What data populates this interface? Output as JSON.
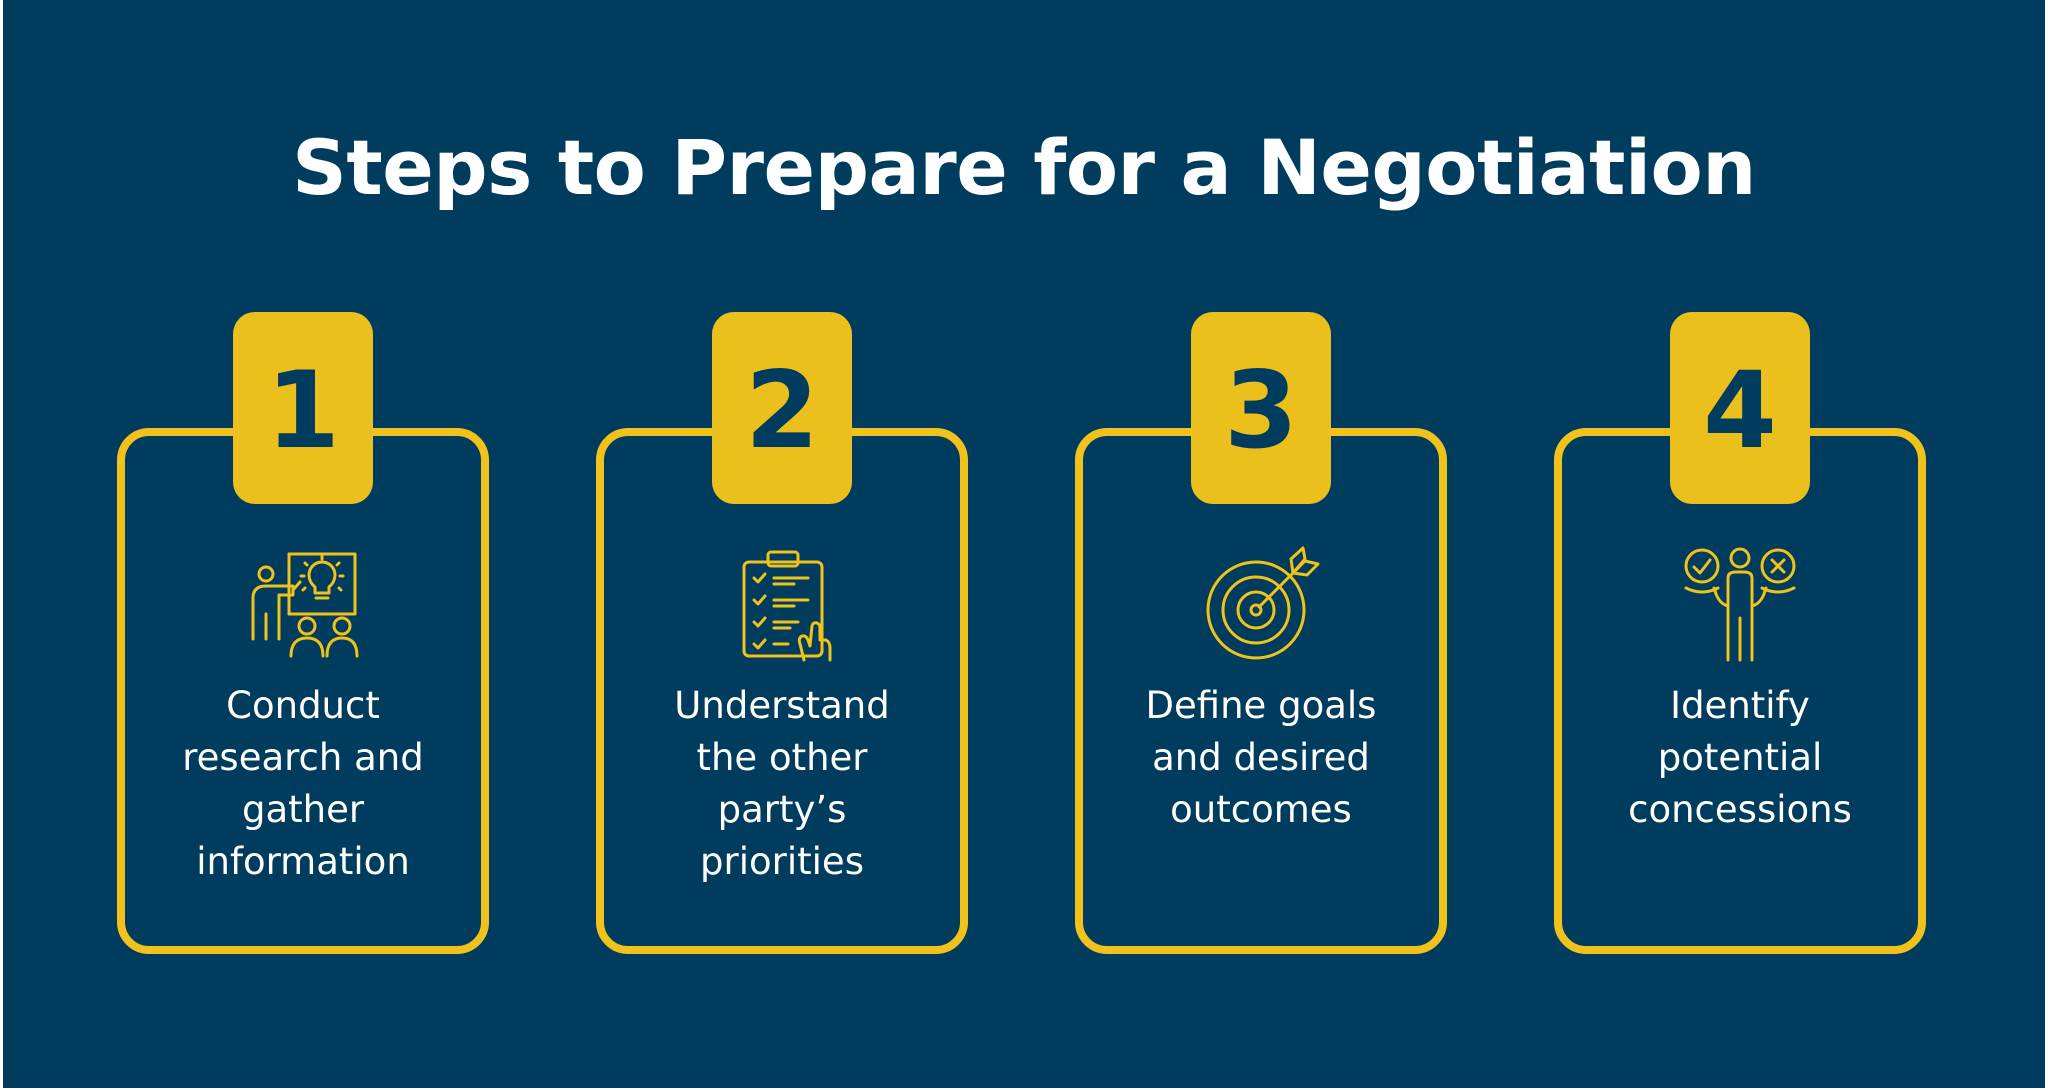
{
  "title": "Steps to Prepare for a Negotiation",
  "colors": {
    "background": "#003c5e",
    "accent": "#ebc01c",
    "text": "#ffffff"
  },
  "steps": [
    {
      "number": "1",
      "lines": [
        "Conduct",
        "research and",
        "gather",
        "information"
      ],
      "icon": "presentation-icon"
    },
    {
      "number": "2",
      "lines": [
        "Understand",
        "the other",
        "party’s",
        "priorities"
      ],
      "icon": "clipboard-checklist-icon"
    },
    {
      "number": "3",
      "lines": [
        "Define goals",
        "and desired",
        "outcomes"
      ],
      "icon": "target-icon"
    },
    {
      "number": "4",
      "lines": [
        "Identify",
        "potential",
        "concessions"
      ],
      "icon": "decision-person-icon"
    }
  ]
}
